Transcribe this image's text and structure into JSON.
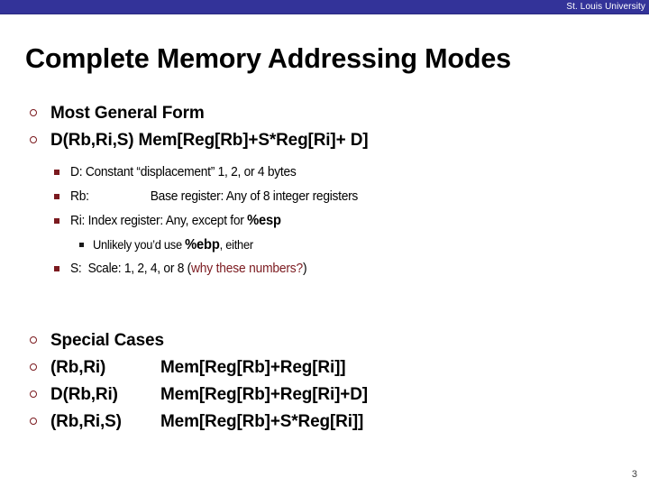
{
  "banner": {
    "institution": "St. Louis University",
    "color": "#333399",
    "text_color": "#ffffff"
  },
  "title": "Complete Memory Addressing Modes",
  "theme": {
    "bullet_level1_color": "#7b1a1f",
    "bullet_level2_color": "#7b1a1f",
    "bullet_level3_color": "#1a1a1a",
    "accent_text_color": "#7b1a1f",
    "body_text_color": "#000000",
    "background": "#ffffff"
  },
  "body": {
    "general_form_heading": "Most General Form",
    "general_form_syntax": "D(Rb,Ri,S) Mem[Reg[Rb]+S*Reg[Ri]+ D]",
    "operands": [
      {
        "label": "D:",
        "description": "Constant “displacement” 1, 2, or 4 bytes"
      },
      {
        "label": "Rb:",
        "description": "Base register: Any of 8 integer registers",
        "tabbed": true
      },
      {
        "label": "Ri:",
        "description": "Index register: Any, except for ",
        "emphasis": "%esp",
        "sub_note_prefix": "Unlikely you’d use ",
        "sub_note_emphasis": "%ebp",
        "sub_note_suffix": ", either"
      },
      {
        "label": "S:",
        "description": "Scale: 1, 2, 4, or 8 (",
        "aside": "why these numbers?",
        "suffix": ")"
      }
    ],
    "special_cases_heading": "Special Cases",
    "special_cases": [
      {
        "syntax": "(Rb,Ri)",
        "expansion": "Mem[Reg[Rb]+Reg[Ri]]"
      },
      {
        "syntax": "D(Rb,Ri)",
        "expansion": "Mem[Reg[Rb]+Reg[Ri]+D]"
      },
      {
        "syntax": "(Rb,Ri,S)",
        "expansion": "Mem[Reg[Rb]+S*Reg[Ri]]"
      }
    ]
  },
  "page_number": "3"
}
